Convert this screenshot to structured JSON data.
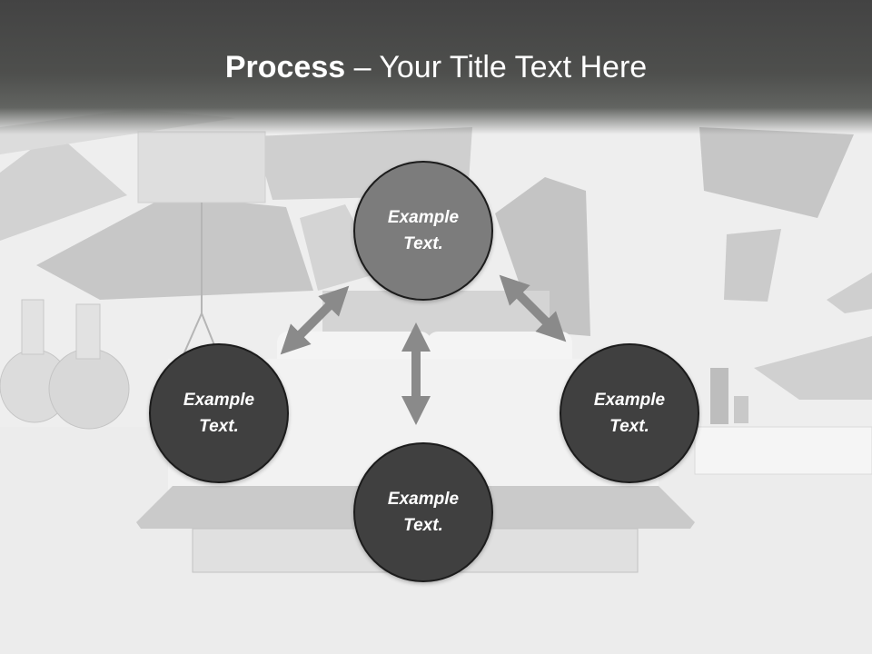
{
  "slide": {
    "title_bold": "Process",
    "title_rest": " – Your Title Text Here",
    "header_color": "#434343",
    "arrow_color": "#8a8a8a"
  },
  "nodes": [
    {
      "id": "top",
      "line1": "Example",
      "line2": "Text.",
      "fill": "#7c7c7c"
    },
    {
      "id": "left",
      "line1": "Example",
      "line2": "Text.",
      "fill": "#404040"
    },
    {
      "id": "right",
      "line1": "Example",
      "line2": "Text.",
      "fill": "#404040"
    },
    {
      "id": "bottom",
      "line1": "Example",
      "line2": "Text.",
      "fill": "#404040"
    }
  ]
}
